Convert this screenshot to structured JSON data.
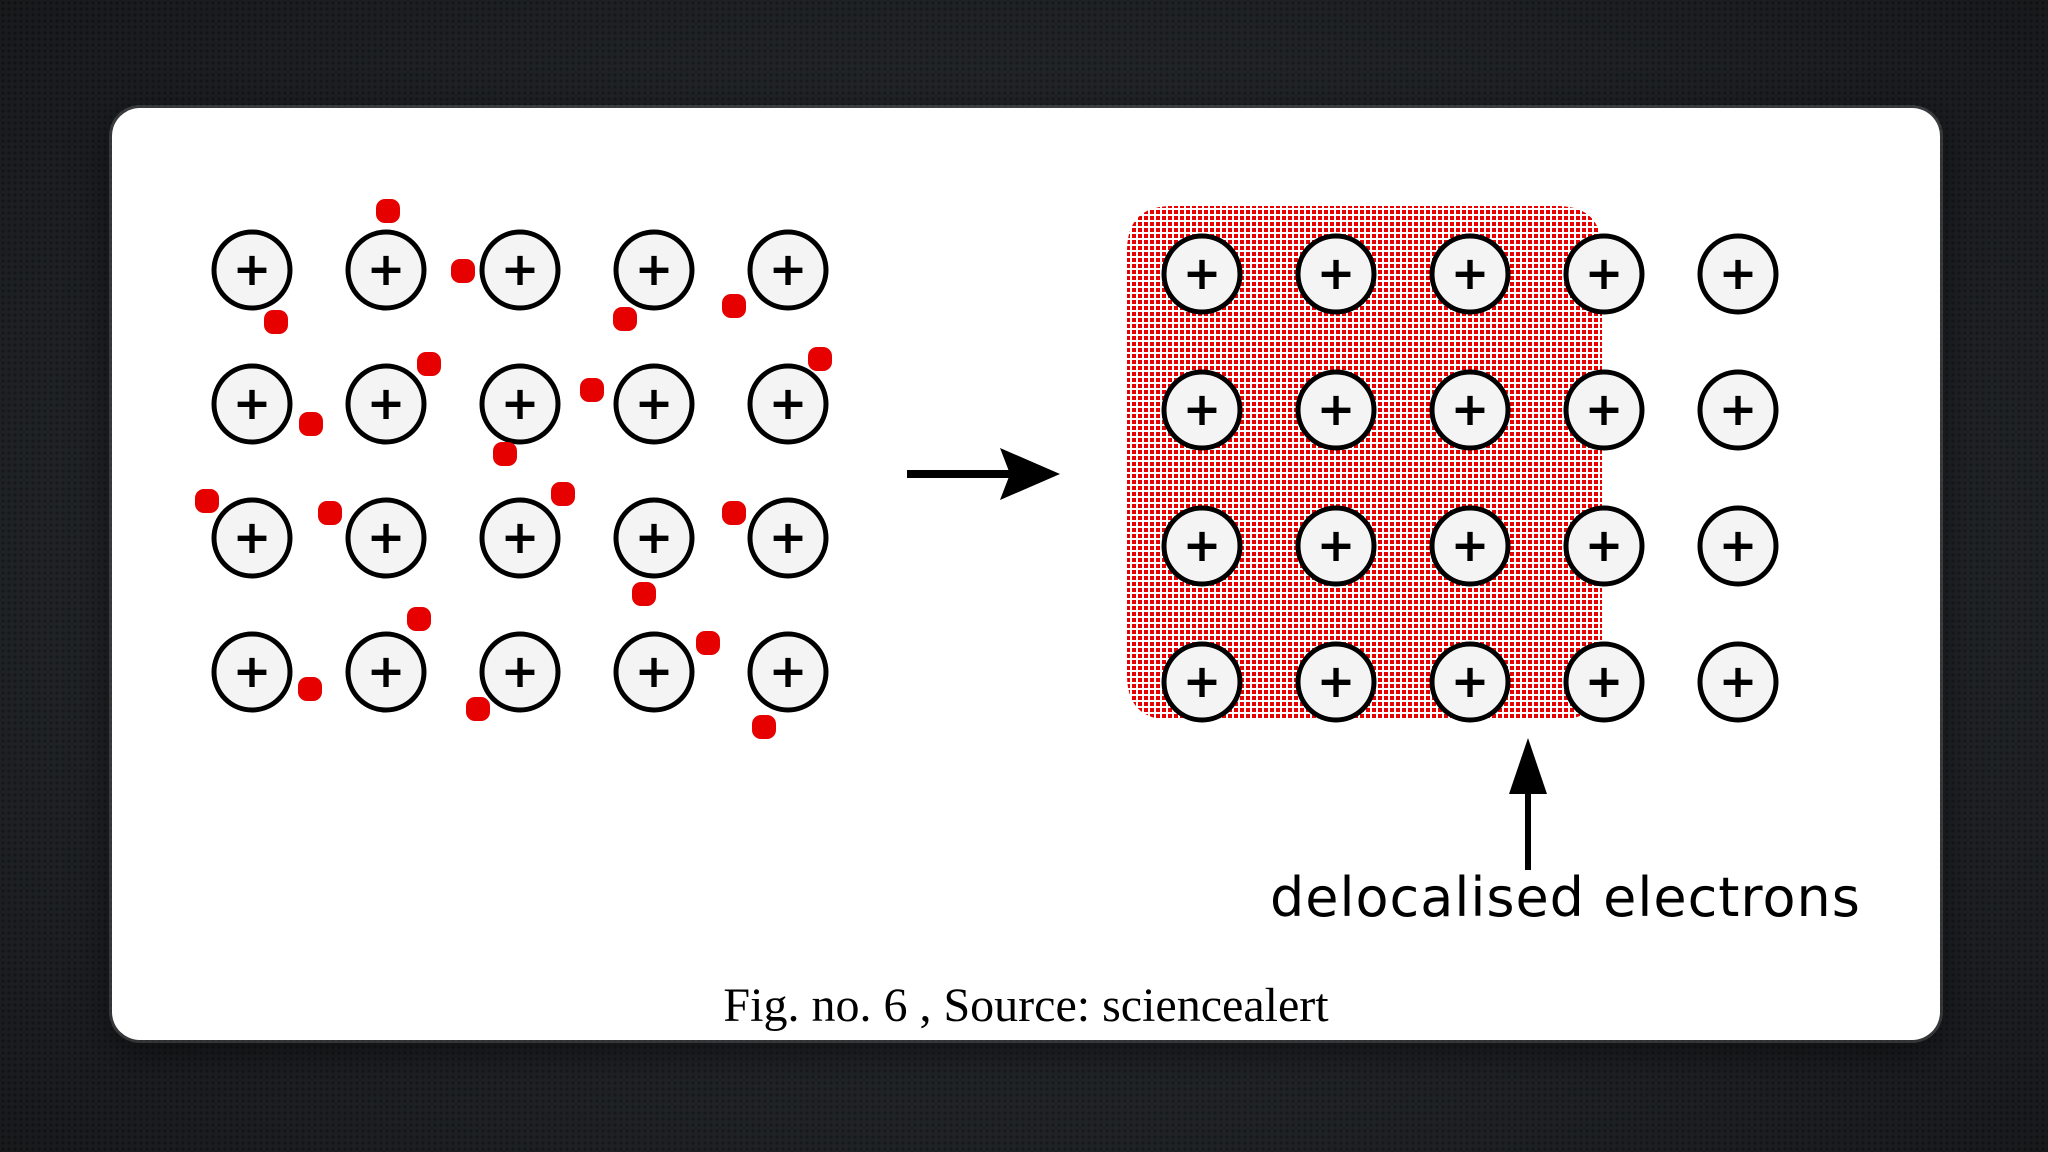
{
  "callout_label": "delocalised electrons",
  "caption": "Fig. no. 6 , Source: sciencealert",
  "colors": {
    "electron": "#e60000",
    "electron_sea": "#e60000",
    "ion_fill": "#f4f4f4",
    "ion_stroke": "#000000"
  },
  "ion_symbol": "+",
  "lattice": {
    "rows": 4,
    "cols": 5
  }
}
